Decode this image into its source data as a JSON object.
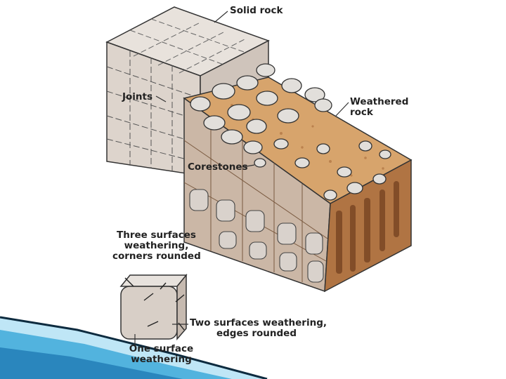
{
  "labels": {
    "solid_rock": "Solid rock",
    "joints": "Joints",
    "weathered_rock": [
      "Weathered",
      "rock"
    ],
    "corestones": "Corestones",
    "three_surfaces": [
      "Three surfaces",
      "weathering,",
      "corners rounded"
    ],
    "two_surfaces": [
      "Two surfaces weathering,",
      "edges rounded"
    ],
    "one_surface": [
      "One surface",
      "weathering"
    ]
  },
  "colors": {
    "solid_rock": "#e0d8d2",
    "rock_side": "#cfc4bb",
    "weathered_zone": "#c9915a",
    "weathered_dark": "#8a5630",
    "corestone": "#dedbd8",
    "slide_accent": "#3aa3d6"
  }
}
